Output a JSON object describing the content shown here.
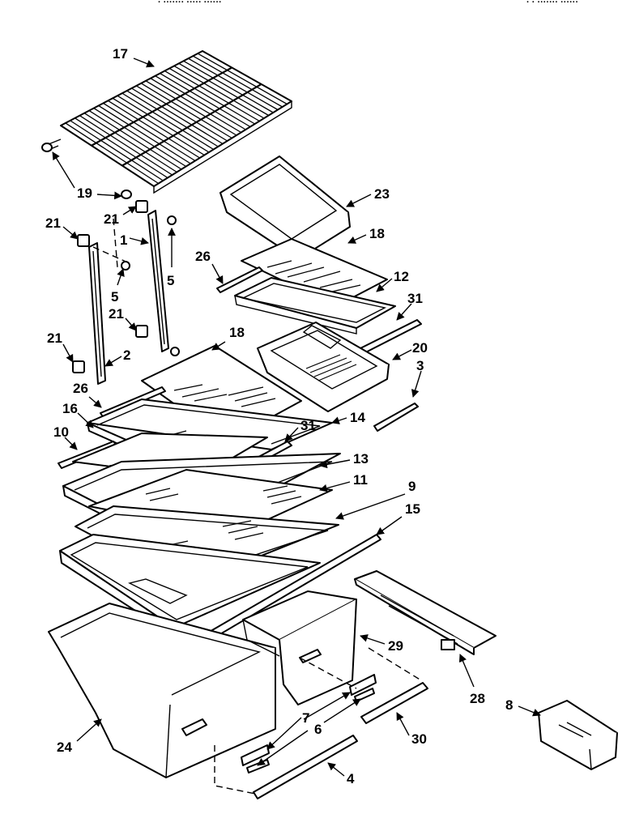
{
  "header": {
    "left_text": "· ·······  ····· ······",
    "right_text": "· · ·······  ······"
  },
  "callouts": [
    "17",
    "19",
    "21",
    "1",
    "21",
    "5",
    "5",
    "21",
    "21",
    "2",
    "26",
    "23",
    "18",
    "26",
    "12",
    "31",
    "20",
    "3",
    "18",
    "26",
    "16",
    "10",
    "14",
    "31",
    "13",
    "11",
    "9",
    "15",
    "29",
    "28",
    "8",
    "24",
    "7",
    "6",
    "30",
    "4"
  ],
  "colors": {
    "line": "#000000",
    "background": "#ffffff"
  }
}
